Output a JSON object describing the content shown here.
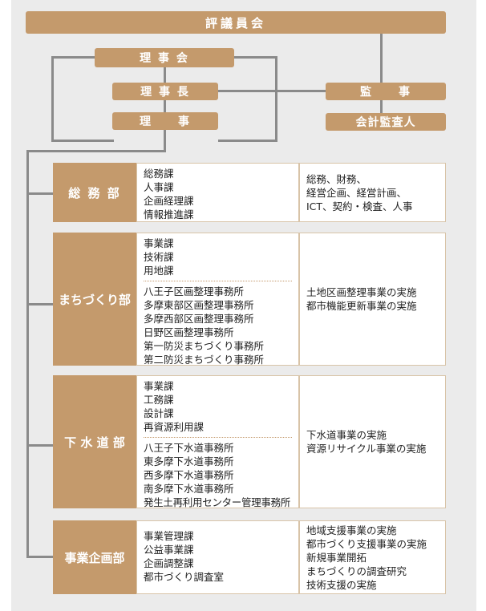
{
  "top": {
    "board_of_councilors": "評議員会"
  },
  "board": {
    "board_of_directors": "理 事 会",
    "chairman": "理 事 長",
    "director": "理　　事"
  },
  "audit": {
    "auditor": "監　　事",
    "accounting_auditor": "会計監査人"
  },
  "departments": [
    {
      "name": "総 務 部",
      "units": [
        "総務課",
        "人事課",
        "企画経理課",
        "情報推進課"
      ],
      "offices": [],
      "duties": [
        "総務、財務、",
        "経営企画、経営計画、",
        "ICT、契約・検査、人事"
      ]
    },
    {
      "name": "まちづくり部",
      "units": [
        "事業課",
        "技術課",
        "用地課"
      ],
      "offices": [
        "八王子区画整理事務所",
        "多摩東部区画整理事務所",
        "多摩西部区画整理事務所",
        "日野区画整理事務所",
        "第一防災まちづくり事務所",
        "第二防災まちづくり事務所"
      ],
      "duties": [
        "土地区画整理事業の実施",
        "都市機能更新事業の実施"
      ]
    },
    {
      "name": "下 水 道 部",
      "units": [
        "事業課",
        "工務課",
        "設計課",
        "再資源利用課"
      ],
      "offices": [
        "八王子下水道事務所",
        "東多摩下水道事務所",
        "西多摩下水道事務所",
        "南多摩下水道事務所",
        "発生土再利用センター管理事務所"
      ],
      "duties": [
        "下水道事業の実施",
        "資源リサイクル事業の実施"
      ]
    },
    {
      "name": "事業企画部",
      "units": [
        "事業管理課",
        "公益事業課",
        "企画調整課",
        "都市づくり調査室"
      ],
      "offices": [],
      "duties": [
        "地域支援事業の実施",
        "都市づくり支援事業の実施",
        "新規事業開拓",
        "まちづくりの調査研究",
        "技術支援の実施"
      ]
    }
  ],
  "colors": {
    "box": "#c49a6c",
    "line": "#8a8a8a",
    "background": "#ebebeb"
  }
}
